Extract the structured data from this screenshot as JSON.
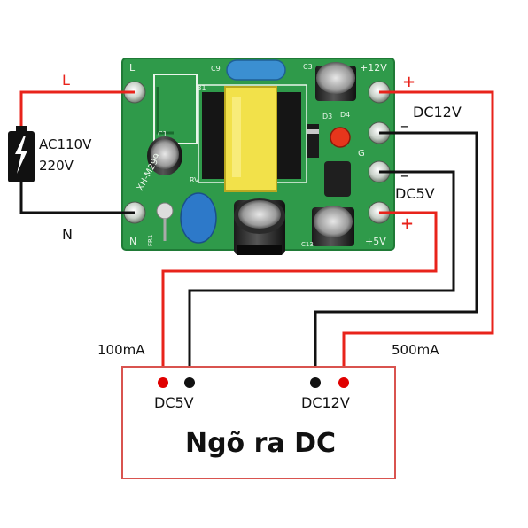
{
  "source_label": "AC110V\n220V",
  "source_line1": "AC110V",
  "source_line2": "220V",
  "line_label": "L",
  "neutral_label": "N",
  "output_high": {
    "label": "DC12V",
    "plus": "+",
    "minus": "–",
    "current": "500mA"
  },
  "output_low": {
    "label": "DC5V",
    "plus": "+",
    "minus": "–",
    "current": "100mA"
  },
  "load_box": {
    "title": "Ngõ ra DC",
    "left_terminal": "DC5V",
    "right_terminal": "DC12V"
  },
  "pcb": {
    "model": "XH-M299",
    "silkscreen": {
      "L": "L",
      "N": "N",
      "plus12": "+12V",
      "plus5": "+5V",
      "G": "G",
      "C1": "C1",
      "C3": "C3",
      "C9": "C9",
      "B1": "B1",
      "D3": "D3",
      "D4": "D4",
      "FR1": "FR1",
      "RV": "RV",
      "C13": "C13"
    }
  },
  "colors": {
    "wire_red": "#e8231b",
    "wire_black": "#111111",
    "pcb_green": "#2f9a4a",
    "transformer_yellow": "#f2e14a",
    "led_red": "#e6361c",
    "terminal_red": "#e00000",
    "box_border": "#d9534f"
  },
  "icons": {
    "battery": "battery-charging-icon"
  }
}
